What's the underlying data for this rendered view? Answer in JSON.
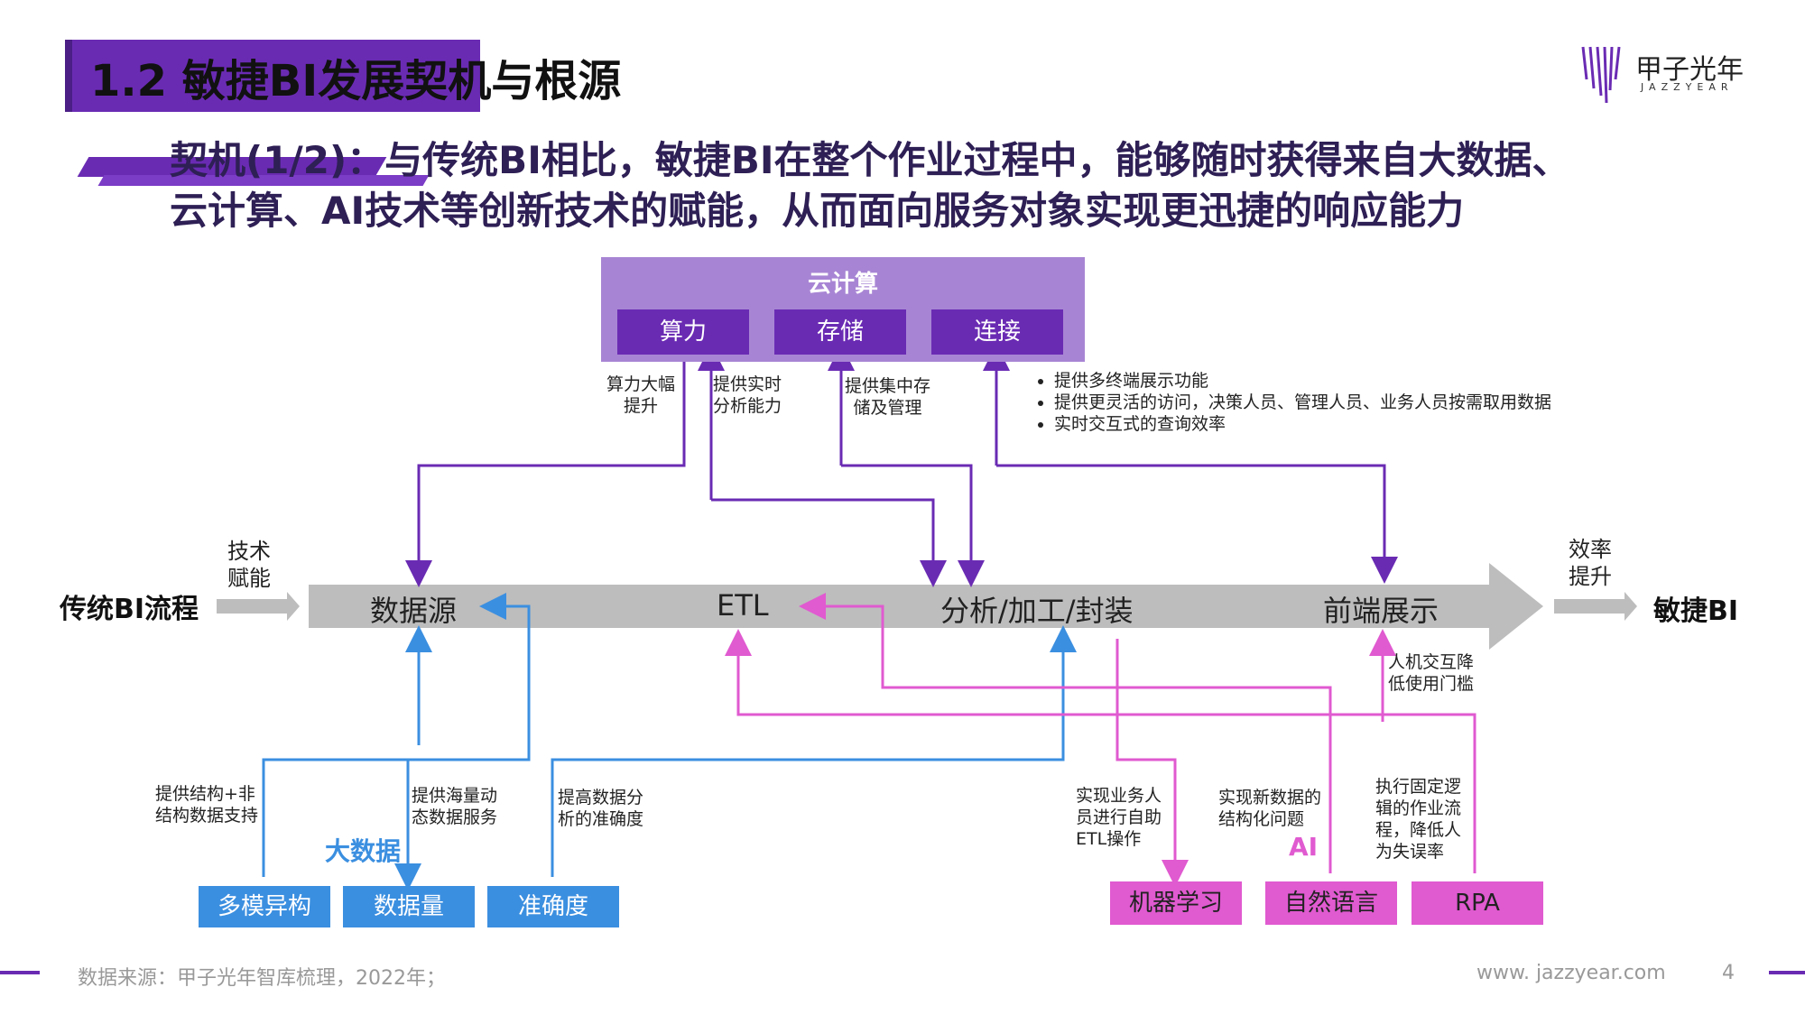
{
  "header": {
    "title": "1.2 敏捷BI发展契机与根源",
    "logo_name": "甲子光年",
    "logo_sub": "JAZZYEAR"
  },
  "subtitle": {
    "line1": "契机(1/2)：与传统BI相比，敏捷BI在整个作业过程中，能够随时获得来自大数据、",
    "line2": "云计算、AI技术等创新技术的赋能，从而面向服务对象实现更迅捷的响应能力"
  },
  "cloud": {
    "title": "云计算",
    "items": [
      "算力",
      "存储",
      "连接"
    ]
  },
  "cloud_labels": {
    "compute": "算力大幅\n提升",
    "realtime": "提供实时\n分析能力",
    "storage": "提供集中存\n储及管理",
    "connect_bullets": [
      "提供多终端展示功能",
      "提供更灵活的访问，决策人员、管理人员、业务人员按需取用数据",
      "实时交互式的查询效率"
    ]
  },
  "flow": {
    "left_label": "传统BI流程",
    "left_arrow_label": "技术\n赋能",
    "right_arrow_label": "效率\n提升",
    "right_label": "敏捷BI",
    "stages": [
      "数据源",
      "ETL",
      "分析/加工/封装",
      "前端展示"
    ]
  },
  "bigdata": {
    "category": "大数据",
    "items": [
      "多模异构",
      "数据量",
      "准确度"
    ],
    "labels": [
      "提供结构+非\n结构数据支持",
      "提供海量动\n态数据服务",
      "提高数据分\n析的准确度"
    ]
  },
  "ai": {
    "category": "AI",
    "items": [
      "机器学习",
      "自然语言",
      "RPA"
    ],
    "labels": [
      "实现业务人\n员进行自助\nETL操作",
      "实现新数据的\n结构化问题",
      "执行固定逻\n辑的作业流\n程，降低人\n为失误率",
      "人机交互降\n低使用门槛"
    ]
  },
  "footer": {
    "source": "数据来源：甲子光年智库梳理，2022年；",
    "url": "www. jazzyear.com",
    "page": "4"
  },
  "colors": {
    "purple": "#6a2bb3",
    "purple_light": "#a885d4",
    "blue": "#3b8fe0",
    "pink": "#e05ad0",
    "gray_arrow": "#bdbdbd"
  }
}
